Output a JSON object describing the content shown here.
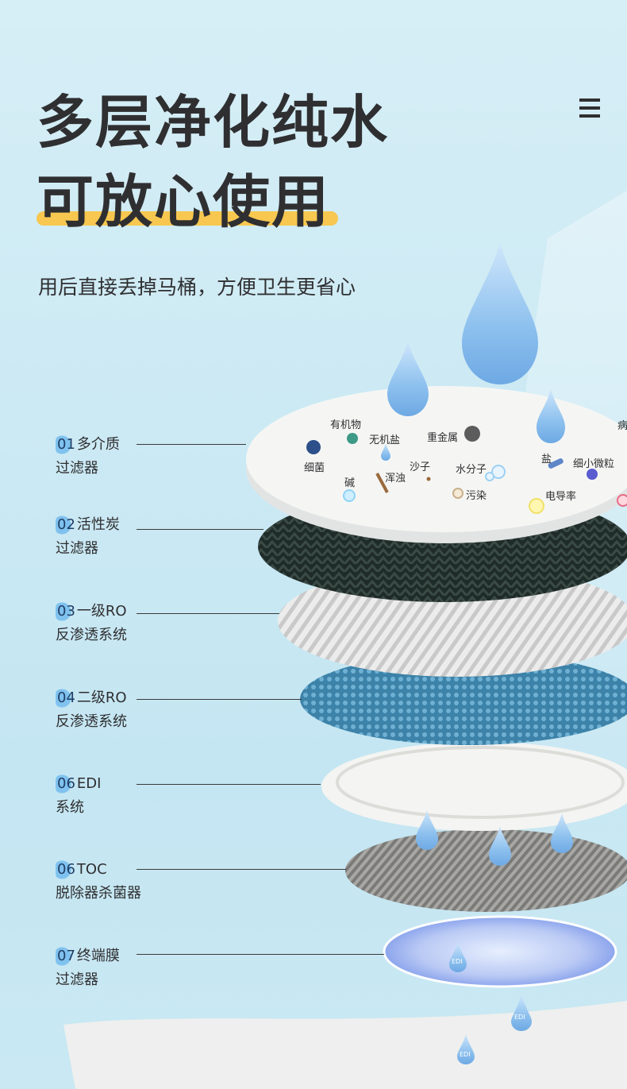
{
  "headline": {
    "line1": "多层净化纯水",
    "line2": "可放心使用"
  },
  "subtitle": "用后直接丢掉马桶，方便卫生更省心",
  "layers": [
    {
      "num": "01",
      "name": "多介质",
      "sub": "过滤器"
    },
    {
      "num": "02",
      "name": "活性炭",
      "sub": "过滤器"
    },
    {
      "num": "03",
      "name": "一级RO",
      "sub": "反渗透系统"
    },
    {
      "num": "04",
      "name": "二级RO",
      "sub": "反渗透系统"
    },
    {
      "num": "06",
      "name": "EDI",
      "sub": "系统"
    },
    {
      "num": "06",
      "name": "TOC",
      "sub": "脱除器杀菌器"
    },
    {
      "num": "07",
      "name": "终端膜",
      "sub": "过滤器"
    }
  ],
  "contaminants": {
    "organic": "有机物",
    "inorganic_salt": "无机盐",
    "heavy_metal": "重金属",
    "germ": "病",
    "bacteria": "细菌",
    "sand": "沙子",
    "water_molecule": "水分子",
    "salt": "盐",
    "fine_particles": "细小微粒",
    "alkali": "碱",
    "turbidity": "浑浊",
    "pollution": "污染",
    "conductivity": "电导率"
  },
  "drop_label": "EDI",
  "colors": {
    "headline": "#2f2f31",
    "highlight": "#f7c750",
    "number_badge": "#7fc2ef",
    "water": "#7cb6ea"
  }
}
